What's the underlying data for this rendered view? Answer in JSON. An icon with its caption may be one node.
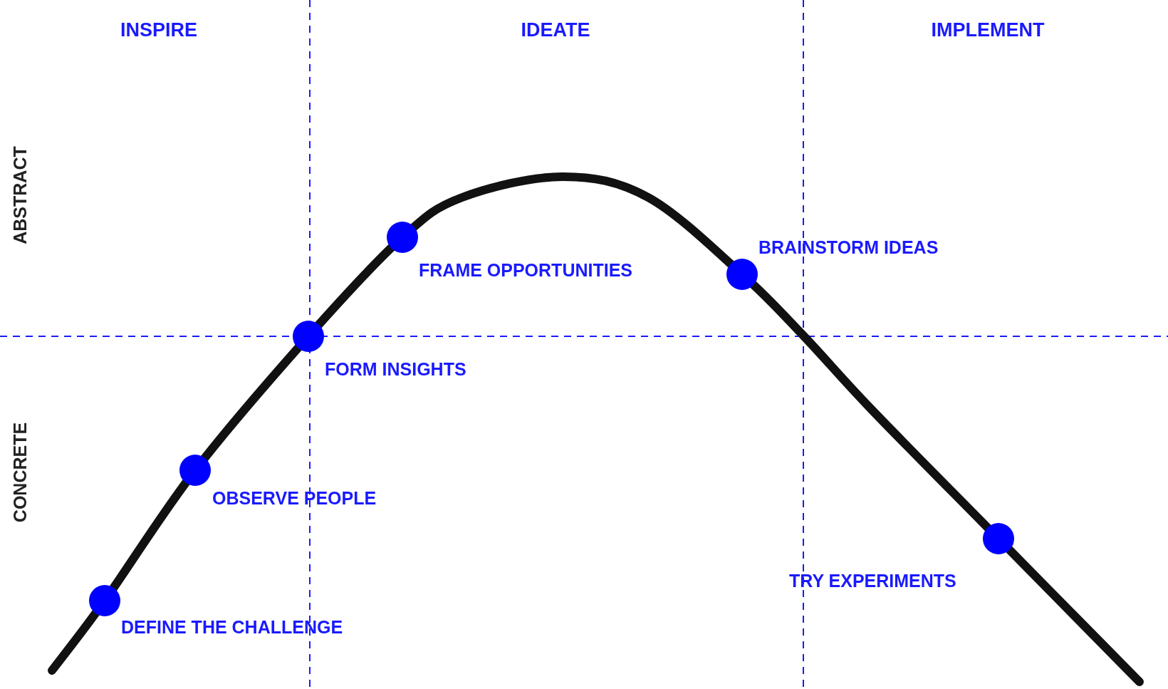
{
  "diagram": {
    "labels": [
      "INSPIRE",
      "IDEATE",
      "IMPLEMENT",
      "ABSTRACT",
      "CONCRETE",
      "FRAME OPPORTUNITIES",
      "BRAINSTORM IDEAS",
      "FORM INSIGHTS",
      "OBSERVE PEOPLE",
      "TRY EXPERIMENTS",
      "DEFINE THE CHALLENGE"
    ]
  }
}
